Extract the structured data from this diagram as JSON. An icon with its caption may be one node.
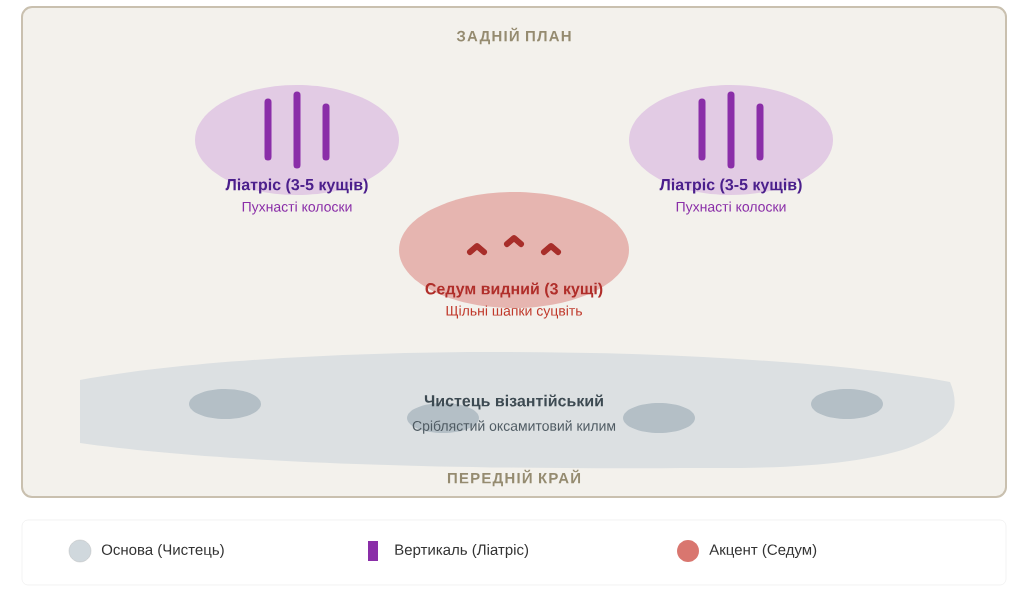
{
  "diagram": {
    "nodes": [
      {
        "text": [
          "ЗАДНІЙ ПЛАН",
          "ПЕРЕДНІЙ КРАЙ"
        ]
      },
      {
        "text": [
          "Ліатріс (3-5 кущів)",
          "Пухнасті колоски"
        ],
        "in": 0
      },
      {
        "text": [
          "Ліатріс (3-5 кущів)",
          "Пухнасті колоски"
        ],
        "in": 0
      },
      {
        "text": [
          "Седум видний (3 кущі)",
          "Щільні шапки суцвіть"
        ],
        "in": 0
      },
      {
        "text": [
          "Чистець візантійський",
          "Сріблястий оксамитовий килим"
        ],
        "in": 0
      }
    ],
    "legend": [
      {
        "text": "Основа (Чистець)",
        "color": "#d0d8dd"
      },
      {
        "text": "Вертикаль (Ліатріс)",
        "color": "#8a2ea8"
      },
      {
        "text": "Акцент (Седум)",
        "color": "#d9766f"
      }
    ]
  }
}
